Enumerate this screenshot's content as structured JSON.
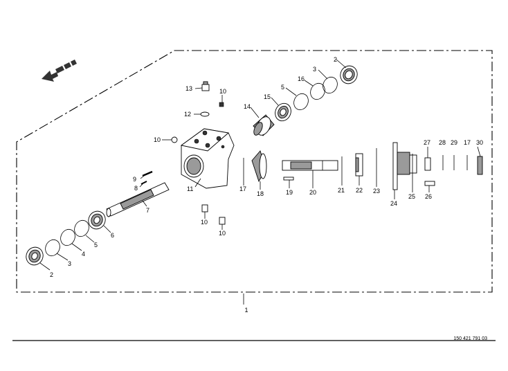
{
  "diagram": {
    "assembly_label": "1",
    "drawing_code": "150 421 791 03",
    "part_labels": {
      "p2a": "2",
      "p3a": "3",
      "p16": "16",
      "p5a": "5",
      "p15": "15",
      "p14": "14",
      "p13": "13",
      "p10a": "10",
      "p12": "12",
      "p10b": "10",
      "p11": "11",
      "p9": "9",
      "p8": "8",
      "p7": "7",
      "p6": "6",
      "p5b": "5",
      "p4": "4",
      "p3b": "3",
      "p2b": "2",
      "p10c": "10",
      "p10d": "10",
      "p17a": "17",
      "p18": "18",
      "p19": "19",
      "p20": "20",
      "p21": "21",
      "p22": "22",
      "p23": "23",
      "p24": "24",
      "p25": "25",
      "p26": "26",
      "p27": "27",
      "p28": "28",
      "p29": "29",
      "p17b": "17",
      "p30": "30"
    }
  }
}
